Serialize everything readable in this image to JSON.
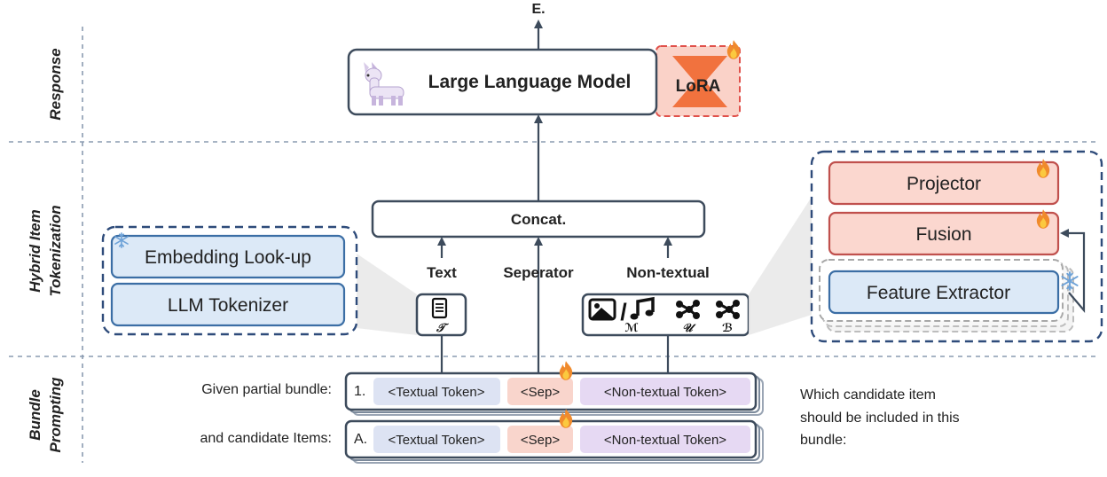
{
  "sections": {
    "response": "Response",
    "tokenization_line1": "Hybrid Item",
    "tokenization_line2": "Tokenization",
    "prompting_line1": "Bundle",
    "prompting_line2": "Prompting"
  },
  "output_label": "E.",
  "llm": {
    "title": "Large Language Model",
    "lora": "LoRA"
  },
  "concat_label": "Concat.",
  "branches": {
    "text": "Text",
    "separator": "Seperator",
    "non_textual": "Non-textual"
  },
  "left_panel": {
    "embedding": "Embedding Look-up",
    "tokenizer": "LLM Tokenizer"
  },
  "right_panel": {
    "projector": "Projector",
    "fusion": "Fusion",
    "extractor": "Feature  Extractor"
  },
  "modality_symbols": {
    "text": "𝒯",
    "multimodal": "ℳ",
    "user": "𝒰",
    "bundle": "ℬ",
    "slash": "/"
  },
  "prompt_rows": [
    {
      "label": "Given partial bundle:",
      "index": "1.",
      "textual": "<Textual Token>",
      "sep": "<Sep>",
      "non_textual": "<Non-textual Token>"
    },
    {
      "label": "and candidate Items:",
      "index": "A.",
      "textual": "<Textual Token>",
      "sep": "<Sep>",
      "non_textual": "<Non-textual Token>"
    }
  ],
  "question_lines": [
    "Which candidate item",
    "should be included in this",
    "bundle:"
  ],
  "colors": {
    "dark": "#3d4b5c",
    "blue_fill": "#dce9f7",
    "blue_stroke": "#3b6ea5",
    "red_fill": "#fbd7cf",
    "red_stroke": "#c0504d",
    "token_blue": "#dde3f3",
    "token_red": "#f9d5cc",
    "token_purple": "#e6d9f3"
  },
  "icons": {
    "llama": "llama-icon",
    "fire": "fire-icon",
    "snowflake": "snowflake-icon",
    "document": "document-icon",
    "image": "image-icon",
    "music": "music-note-icon",
    "graph": "graph-icon"
  }
}
